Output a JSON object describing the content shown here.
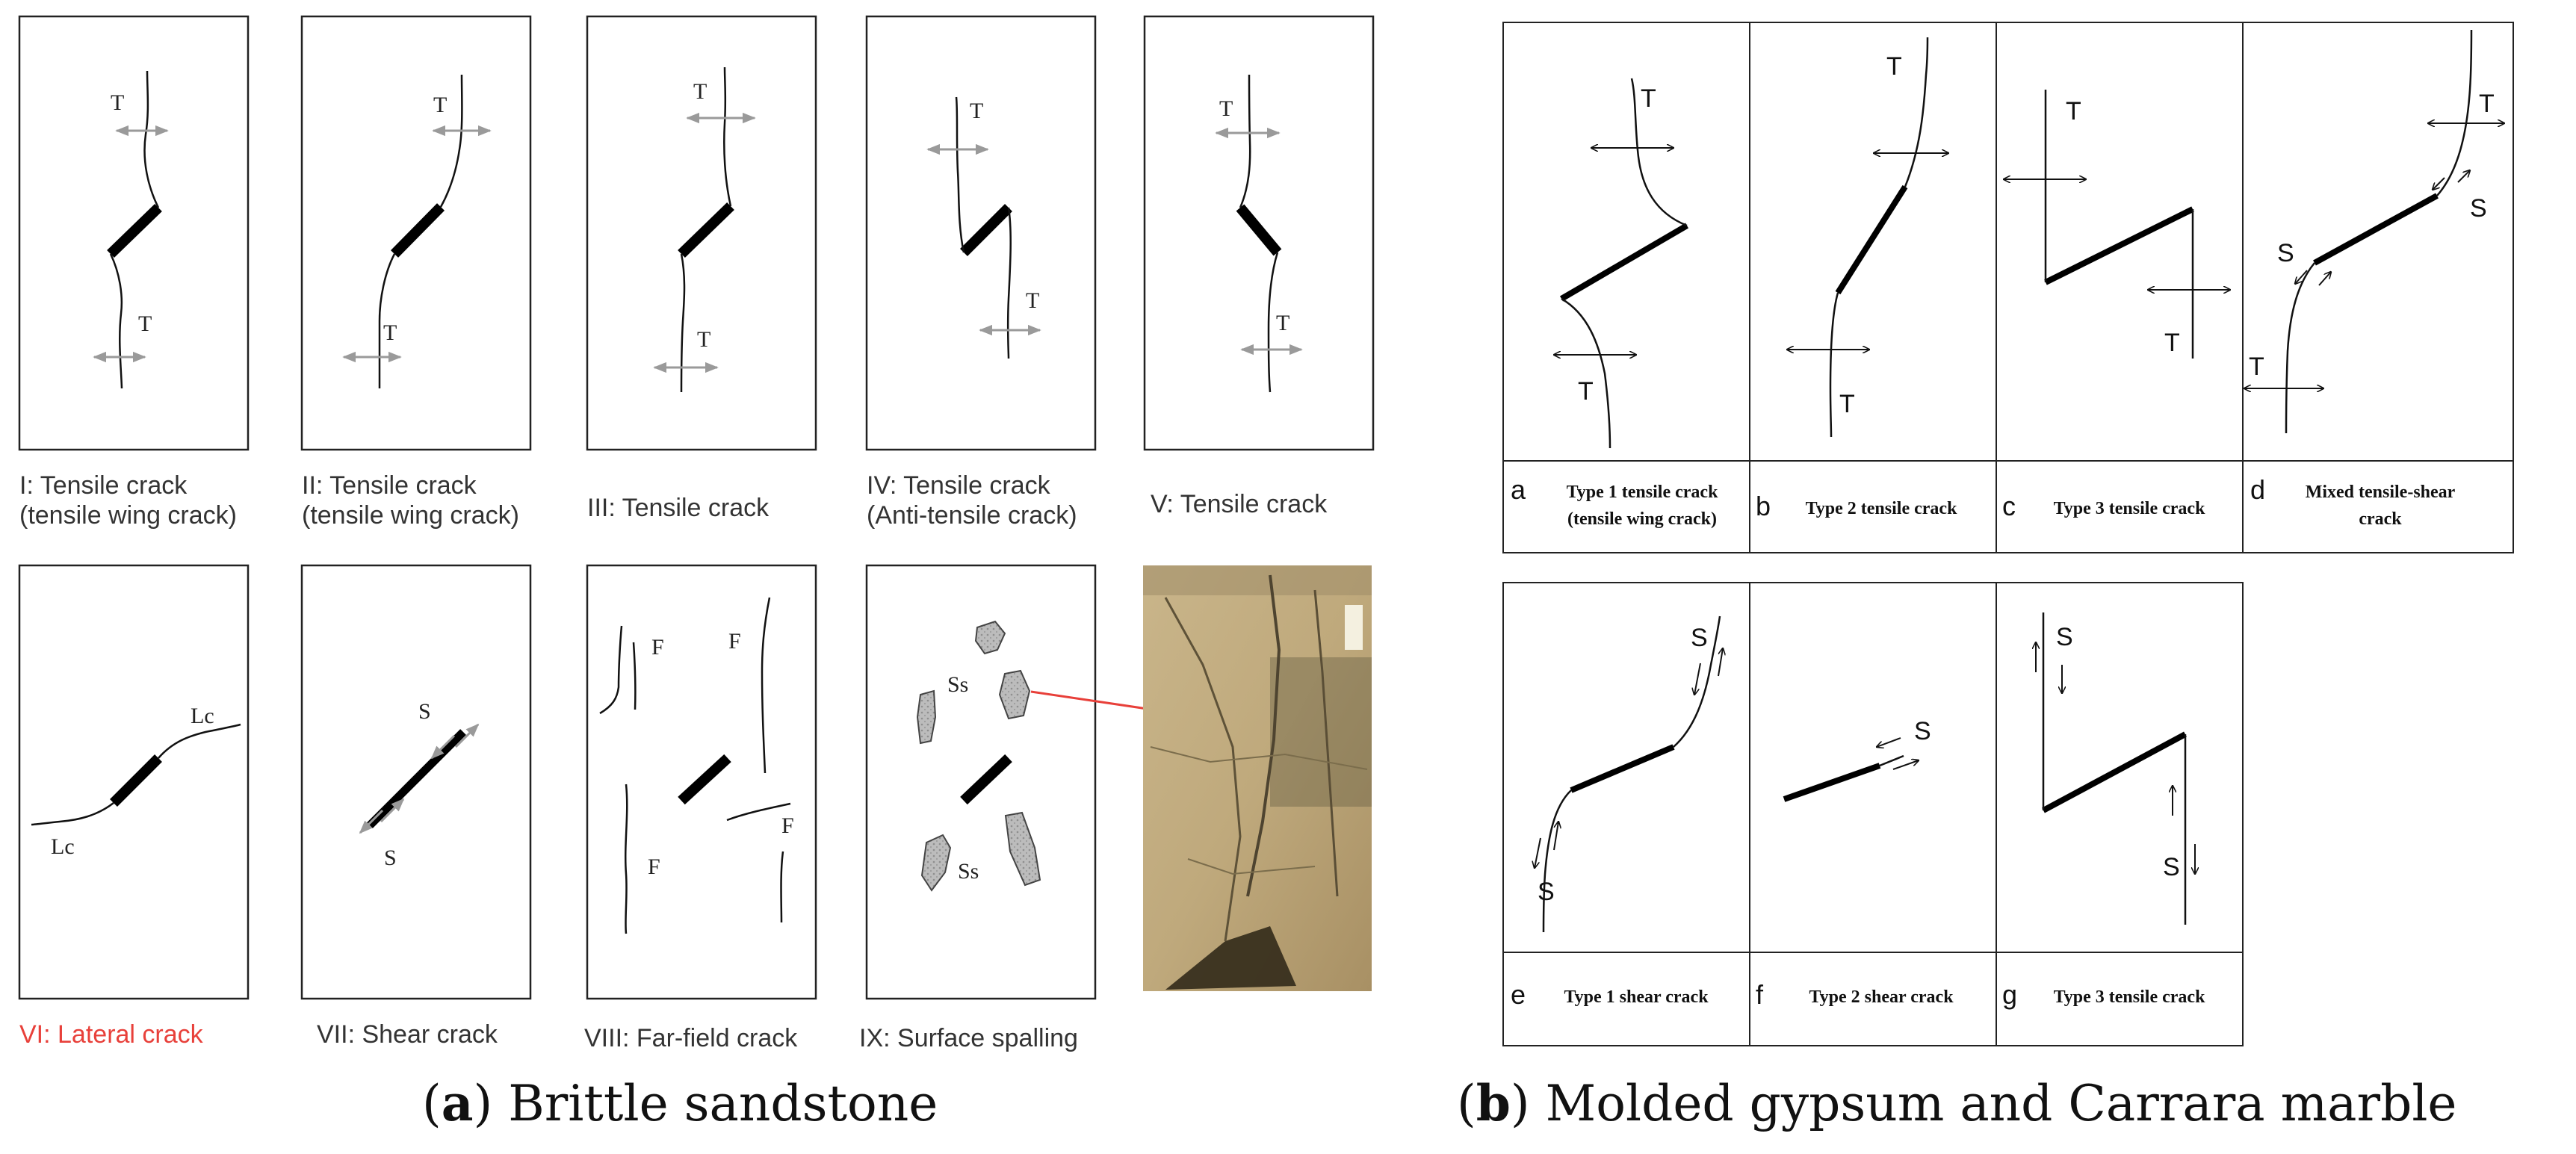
{
  "panel_a": {
    "title_letter": "a",
    "title_text": "Brittle sandstone",
    "boxes": [
      {
        "id": "I",
        "caption_line1": "I: Tensile crack",
        "caption_line2": "(tensile wing crack)",
        "labels": [
          "T",
          "T"
        ]
      },
      {
        "id": "II",
        "caption_line1": "II: Tensile crack",
        "caption_line2": "(tensile wing crack)",
        "labels": [
          "T",
          "T"
        ]
      },
      {
        "id": "III",
        "caption_line1": "III: Tensile crack",
        "caption_line2": "",
        "labels": [
          "T",
          "T"
        ]
      },
      {
        "id": "IV",
        "caption_line1": "IV: Tensile crack",
        "caption_line2": "(Anti-tensile crack)",
        "labels": [
          "T",
          "T"
        ]
      },
      {
        "id": "V",
        "caption_line1": "V: Tensile crack",
        "caption_line2": "",
        "labels": [
          "T",
          "T"
        ]
      },
      {
        "id": "VI",
        "caption_line1": "VI: Lateral crack",
        "caption_line2": "",
        "labels": [
          "Lc",
          "Lc"
        ],
        "caption_color": "#e8403a"
      },
      {
        "id": "VII",
        "caption_line1": "VII: Shear crack",
        "caption_line2": "",
        "labels": [
          "S",
          "S"
        ]
      },
      {
        "id": "VIII",
        "caption_line1": "VIII: Far-field crack",
        "caption_line2": "",
        "labels": [
          "F",
          "F",
          "F",
          "F"
        ]
      },
      {
        "id": "IX",
        "caption_line1": "IX: Surface spalling",
        "caption_line2": "",
        "labels": [
          "Ss",
          "Ss"
        ]
      }
    ]
  },
  "panel_b": {
    "title_letter": "b",
    "title_text": "Molded gypsum and Carrara marble",
    "boxes": [
      {
        "letter": "a",
        "caption_line1": "Type 1 tensile crack",
        "caption_line2": "(tensile wing crack)"
      },
      {
        "letter": "b",
        "caption_line1": "Type 2 tensile crack",
        "caption_line2": ""
      },
      {
        "letter": "c",
        "caption_line1": "Type 3 tensile crack",
        "caption_line2": ""
      },
      {
        "letter": "d",
        "caption_line1": "Mixed tensile-shear",
        "caption_line2": "crack"
      },
      {
        "letter": "e",
        "caption_line1": "Type 1 shear crack",
        "caption_line2": ""
      },
      {
        "letter": "f",
        "caption_line1": "Type 2 shear crack",
        "caption_line2": ""
      },
      {
        "letter": "g",
        "caption_line1": "Type 3 tensile crack",
        "caption_line2": ""
      }
    ],
    "labels": {
      "t": "T",
      "s": "S"
    }
  },
  "colors": {
    "arrow_gray": "#9a9a9a",
    "red_arrow": "#e8403a",
    "photo_base": "#c2ad80"
  }
}
